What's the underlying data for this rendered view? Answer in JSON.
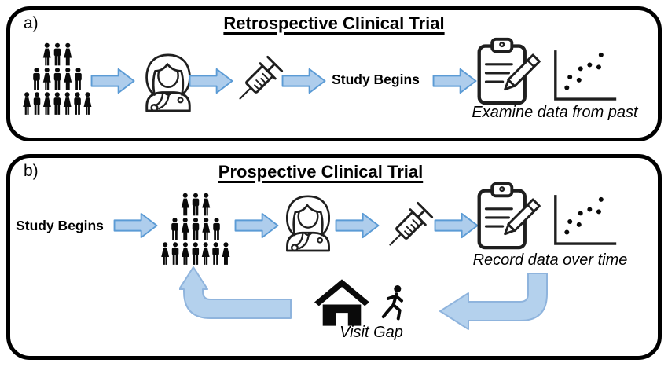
{
  "colors": {
    "background": "#ffffff",
    "text": "#000000",
    "panel_border": "#000000",
    "arrow_fill": "#aecdec",
    "arrow_stroke": "#5b9bd5",
    "elbow_fill": "#b4d1ed",
    "elbow_stroke": "#8fb4dd",
    "icon_line": "#1f1f1f",
    "icon_solid": "#0a0a0a"
  },
  "panel_a": {
    "label": "a)",
    "title": "Retrospective Clinical Trial",
    "study_begins_label": "Study Begins",
    "caption": "Examine data from past",
    "icons": [
      "population-icon",
      "clinician-icon",
      "syringe-icon",
      "clipboard-pencil-icon",
      "scatter-plot-icon"
    ]
  },
  "panel_b": {
    "label": "b)",
    "title": "Prospective Clinical Trial",
    "study_begins_label": "Study Begins",
    "caption": "Record data over time",
    "visit_gap_label": "Visit Gap",
    "icons": [
      "population-icon",
      "clinician-icon",
      "syringe-icon",
      "clipboard-pencil-icon",
      "scatter-plot-icon",
      "house-icon",
      "walking-person-icon"
    ]
  }
}
